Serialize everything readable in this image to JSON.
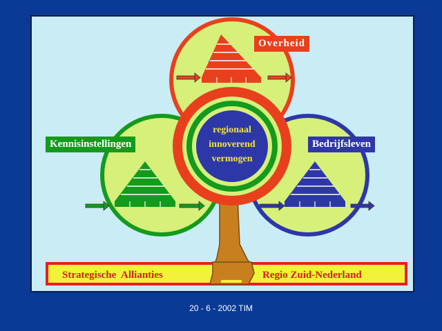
{
  "nodes": {
    "government": {
      "label": "Overheid",
      "color": "#e8401c"
    },
    "knowledge_institutions": {
      "label": "Kennisinstellingen",
      "color": "#149a1c"
    },
    "business": {
      "label": "Bedrijfsleven",
      "color": "#2e37a8"
    }
  },
  "center": {
    "line1": "regionaal",
    "line2": "innoverend",
    "line3": "vermogen"
  },
  "banner": {
    "left": "Strategische  Allianties",
    "right": "Regio Zuid-Nederland"
  },
  "footer": "20 - 6 - 2002 TIM",
  "colors": {
    "background": "#0a3a96",
    "slide": "#c9ecf5",
    "circle_fill": "#d6f07a",
    "banner_fill": "#f2f23a",
    "banner_border": "#e81e1e",
    "banner_text": "#d81e1e",
    "trunk": "#c8801e",
    "center_text": "#f2e43a"
  }
}
